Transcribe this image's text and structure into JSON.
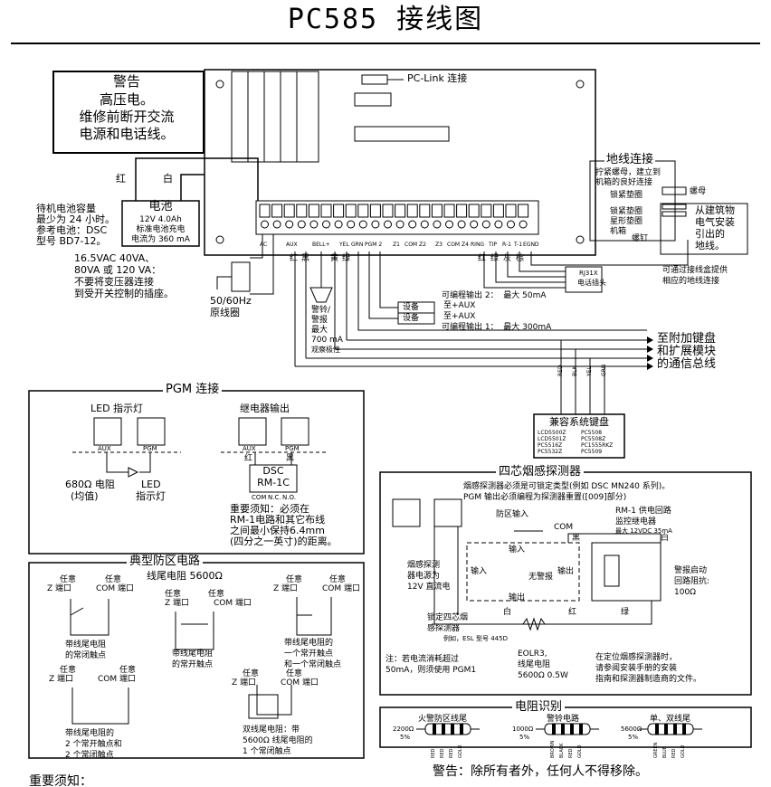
{
  "title": "PC585 接线图",
  "warning_box": {
    "title": "警告",
    "line1": "高压电。",
    "line2": "维修前断开交流",
    "line3": "电源和电话线。"
  },
  "pc_link": "PC-Link 连接",
  "battery": {
    "red_label": "红",
    "white_label": "白",
    "title": "电池",
    "spec": "12V 4.0Ah",
    "desc1": "标准电池充电",
    "desc2": "电流为 360 mA",
    "left1": "待机电池容量",
    "left2": "最少为 24 小时。",
    "left3": "参考电池：DSC",
    "left4": "型号 BD7-12。"
  },
  "transformer": {
    "note1": "16.5VAC 40VA、",
    "note2": "80VA 或 120 VA：",
    "note3": "不要将变压器连接",
    "note4": "到受开关控制的插座。",
    "caption1": "50/60Hz",
    "caption2": "原线圈"
  },
  "terminals": [
    "AC",
    "AC",
    "-",
    "AUX",
    "+",
    "-",
    "BELL",
    "+",
    "YEL",
    "GRN",
    "PGM",
    "Z1",
    "COM",
    "Z2",
    "Z3",
    "COM",
    "Z4",
    "RING",
    "TIP",
    "R-1",
    "T-1",
    "EGND"
  ],
  "terminal_group_labels": {
    "ac": "AC",
    "aux": "AUX",
    "bell": "BELL+",
    "yel": "YEL",
    "grn": "GRN",
    "pgm": "PGM 2",
    "z1": "Z1",
    "com1": "COM",
    "z2": "Z2",
    "z3": "Z3",
    "com2": "COM",
    "z4": "Z4",
    "ring": "RING",
    "tip": "TIP",
    "r1": "R-1",
    "t1": "T-1",
    "egnd": "EGND"
  },
  "wire_colors": {
    "red": "红",
    "black": "黑",
    "yellow": "黄",
    "green": "绿",
    "red2": "红",
    "green2": "绿",
    "gray": "灰",
    "brown": "棕"
  },
  "ground": {
    "title": "地线连接",
    "desc1": "拧紧螺母，建立到",
    "desc2": "机箱的良好连接",
    "nut": "螺母",
    "lock_washer": "锁紧垫圈",
    "star_washer1": "锁紧垫圈",
    "star_washer2": "星形垫圈",
    "chassis": "机箱",
    "screw": "螺钉",
    "building1": "从建筑物",
    "building2": "电气安装",
    "building3": "引出的",
    "building4": "地线。",
    "note1": "可通过接线盒提供",
    "note2": "相应的地线连接",
    "phone_plug1": "RJ31X",
    "phone_plug2": "电话插头"
  },
  "outputs": {
    "pgm2": "可编程输出 2：  最大 50mA",
    "dev1": "设备",
    "to_aux1": "至+AUX",
    "to_aux2": "至+AUX",
    "dev2": "设备",
    "pgm1": "可编程输出 1：  最大 300mA",
    "siren1": "警铃/",
    "siren2": "警报",
    "siren3": "最大",
    "siren4": "700 mA",
    "siren5": "观察极性"
  },
  "keybus": {
    "line1": "至附加键盘",
    "line2": "和扩展模块",
    "line3": "的通信总线",
    "wires": [
      "RED",
      "BLK",
      "YEL",
      "GRN"
    ]
  },
  "keypads": {
    "title": "兼容系统键盘",
    "models": [
      "LCD5500Z",
      "PC5508",
      "LCD5501Z",
      "PC5508Z",
      "PC5516Z",
      "PC1555RKZ",
      "PC5532Z",
      "PC5509"
    ]
  },
  "pgm_section": {
    "title": "PGM 连接",
    "led_title": "LED 指示灯",
    "relay_title": "继电器输出",
    "aux": "AUX",
    "pgm": "PGM",
    "resistor1": "680Ω 电阻",
    "resistor2": "(均值)",
    "led1": "LED",
    "led2": "指示灯",
    "dsc1": "DSC",
    "dsc2": "RM-1C",
    "red": "红",
    "black": "黑",
    "com": "COM",
    "nc": "N.C.",
    "no": "N.O.",
    "note1": "重要须知：必须在",
    "note2": "RM-1电路和其它布线",
    "note3": "之间最小保持6.4mm",
    "note4": "(四分之一英寸)的距离。"
  },
  "smoke": {
    "title": "四芯烟感探测器",
    "desc1": "烟感探测器必须是可锁定类型(例如 DSC MN240 系列)。",
    "desc2": "PGM 输出必须编程为探测器重置([009]部分)",
    "zone_in": "防区输入",
    "com": "COM",
    "rm1_1": "RM-1 供电回路",
    "rm1_2": "监控继电器",
    "rm1_3": "最大 12VDC 35mA",
    "black": "黑",
    "white": "白",
    "power1": "烟感探测",
    "power2": "器电源为",
    "power3": "12V 直流电",
    "input_top": "输入",
    "input_left": "输入",
    "no_alarm": "无警报",
    "output_right": "输出",
    "output_bottom": "输出",
    "alarm1": "警报启动",
    "alarm2": "回路阻抗:",
    "alarm3": "100Ω",
    "white2": "白",
    "red": "红",
    "green": "绿",
    "lock1": "锁定四芯烟",
    "lock2": "感探测器",
    "lock3": "例如，ESL 型号 445D",
    "eolr1": "EOLR3,",
    "eolr2": "线尾电阻",
    "eolr3": "5600Ω 0.5W",
    "note1": "注：若电流消耗超过",
    "note2": "50mA，则须使用 PGM1",
    "note3": "在定位烟感探测器时，",
    "note4": "请参阅安装手册的安装",
    "note5": "指南和探测器制造商的文件。"
  },
  "zone": {
    "title": "典型防区电路",
    "subtitle": "线尾电阻 5600Ω",
    "any": "任意",
    "z_term": "Z 端口",
    "com_term": "COM 端口",
    "c1_1": "带线尾电阻",
    "c1_2": "的常闭触点",
    "c2_1": "带线尾电阻",
    "c2_2": "的常开触点",
    "c3_1": "带线尾电阻的",
    "c3_2": "一个常开触点",
    "c3_3": "和一个常闭触点",
    "c4_1": "带线尾电阻的",
    "c4_2": "2 个常开触点和",
    "c4_3": "2 个常闭触点",
    "c5_1": "双线尾电阻：带",
    "c5_2": "5600Ω 线尾电阻的",
    "c5_3": "1 个常闭触点"
  },
  "resistor_id": {
    "title": "电阻识别",
    "fire": "火警防区线尾",
    "bell": "警铃电路",
    "single": "单、双线尾",
    "r1": "2200Ω",
    "r1t": "5%",
    "r1b": [
      "RED",
      "RED",
      "RED",
      "GOLD"
    ],
    "r2": "1000Ω",
    "r2t": "5%",
    "r2b": [
      "BROWN",
      "BLACK",
      "RED",
      "GOLD"
    ],
    "r3": "5600Ω",
    "r3t": "5%",
    "r3b": [
      "GREEN",
      "BLUE",
      "RED",
      "GOLD"
    ]
  },
  "footer_warning": "警告：除所有者外，任何人不得移除。",
  "important": "重要须知："
}
